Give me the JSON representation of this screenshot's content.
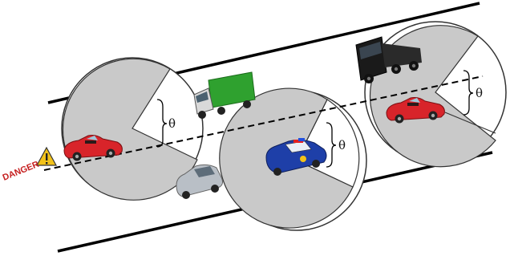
{
  "diagram": {
    "angle_label": "θ",
    "warning_label": "DANGER",
    "colors": {
      "road_edge": "#000000",
      "circle_fill": "#c9c9c9",
      "circle_stroke": "#333333",
      "red_car": "#d8242a",
      "police_car": "#1e3fa8",
      "truck_cargo": "#2fa12f",
      "truck_cab": "#d9d9d9",
      "semi_cab": "#1a1a1a",
      "silver_car": "#b9bfc6",
      "warning_sign": "#f2c21a"
    },
    "vehicles": [
      {
        "icon": "red-convertible-icon",
        "count": 2
      },
      {
        "icon": "police-car-icon",
        "count": 1
      },
      {
        "icon": "green-cargo-truck-icon",
        "count": 1
      },
      {
        "icon": "black-semi-truck-icon",
        "count": 1
      },
      {
        "icon": "silver-car-icon",
        "count": 1
      }
    ]
  }
}
